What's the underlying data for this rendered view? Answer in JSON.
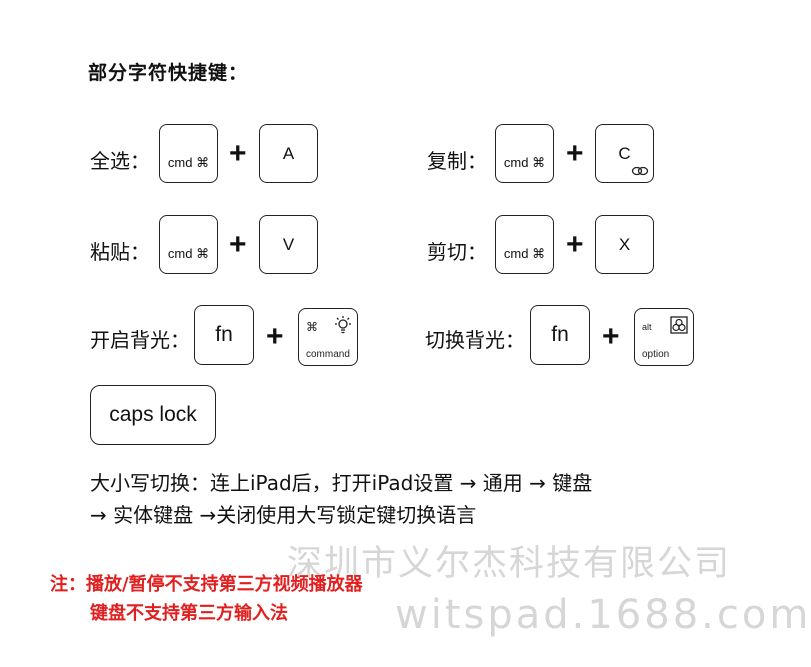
{
  "title": "部分字符快捷键：",
  "shortcuts": [
    {
      "label": "全选：",
      "key1": "cmd ⌘",
      "plus": "+",
      "key2": "A"
    },
    {
      "label": "复制：",
      "key1": "cmd ⌘",
      "plus": "+",
      "key2": "C"
    },
    {
      "label": "粘贴：",
      "key1": "cmd ⌘",
      "plus": "+",
      "key2": "V"
    },
    {
      "label": "剪切：",
      "key1": "cmd ⌘",
      "plus": "+",
      "key2": "X"
    },
    {
      "label": "开启背光：",
      "key1": "fn",
      "plus": "+",
      "key2_top": "⌘",
      "key2_bottom": "command"
    },
    {
      "label": "切换背光：",
      "key1": "fn",
      "plus": "+",
      "key2_top": "alt",
      "key2_bottom": "option"
    }
  ],
  "caps_key": "caps lock",
  "instructions": {
    "line1": "大小写切换：连上iPad后，打开iPad设置 → 通用 → 键盘",
    "line2": "→ 实体键盘 →关闭使用大写锁定键切换语言"
  },
  "note": {
    "line1": "注：播放/暂停不支持第三方视频播放器",
    "line2": "键盘不支持第三方输入法"
  },
  "watermark": {
    "line1": "深圳市义尔杰科技有限公司",
    "line2": "witspad.1688.com"
  }
}
